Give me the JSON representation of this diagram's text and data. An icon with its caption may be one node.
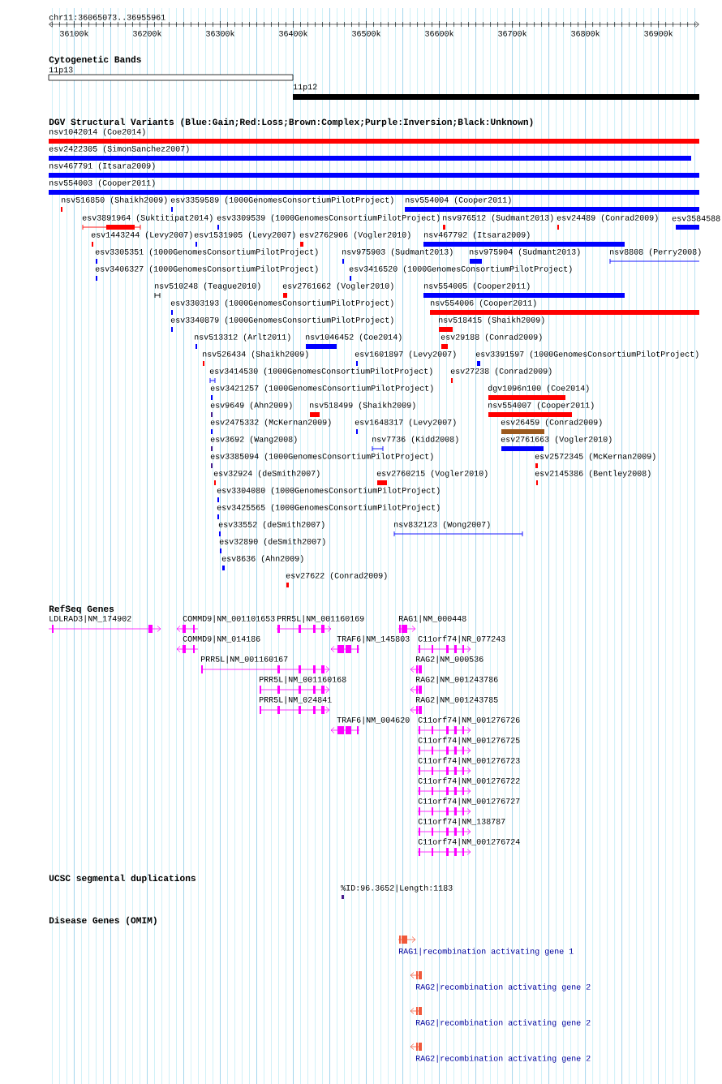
{
  "diagram": {
    "nodes": [
      {
        "text": [
          "11p13"
        ]
      },
      {
        "text": [
          "11p12"
        ]
      },
      {
        "text": [
          "nsv1042014 (Coe2014)"
        ]
      },
      {
        "text": [
          "esv2422305 (SimonSanchez2007)"
        ]
      },
      {
        "text": [
          "nsv467791 (Itsara2009)"
        ]
      },
      {
        "text": [
          "nsv554003 (Cooper2011)"
        ]
      },
      {
        "text": [
          "nsv516850 (Shaikh2009)"
        ]
      },
      {
        "text": [
          "esv3359589 (1000GenomesConsortiumPilotProject)"
        ]
      },
      {
        "text": [
          "nsv554004 (Cooper2011)"
        ]
      },
      {
        "text": [
          "esv3891964 (Suktitipat2014)"
        ]
      },
      {
        "text": [
          "esv3309539 (1000GenomesConsortiumPilotProject)"
        ]
      },
      {
        "text": [
          "nsv976512 (Sudmant2013)"
        ]
      },
      {
        "text": [
          "esv24489 (Conrad2009)"
        ]
      },
      {
        "text": [
          "esv3584588"
        ]
      },
      {
        "text": [
          "esv1443244 (Levy2007)"
        ]
      },
      {
        "text": [
          "esv1531905 (Levy2007)"
        ]
      },
      {
        "text": [
          "esv2762906 (Vogler2010)"
        ]
      },
      {
        "text": [
          "nsv467792 (Itsara2009)"
        ]
      },
      {
        "text": [
          "esv3305351 (1000GenomesConsortiumPilotProject)"
        ]
      },
      {
        "text": [
          "nsv975903 (Sudmant2013)"
        ]
      },
      {
        "text": [
          "nsv975904 (Sudmant2013)"
        ]
      },
      {
        "text": [
          "nsv8808 (Perry2008)"
        ]
      },
      {
        "text": [
          "esv3406327 (1000GenomesConsortiumPilotProject)"
        ]
      },
      {
        "text": [
          "esv3416520 (1000GenomesConsortiumPilotProject)"
        ]
      },
      {
        "text": [
          "nsv510248 (Teague2010)"
        ]
      },
      {
        "text": [
          "esv2761662 (Vogler2010)"
        ]
      },
      {
        "text": [
          "nsv554005 (Cooper2011)"
        ]
      },
      {
        "text": [
          "esv3303193 (1000GenomesConsortiumPilotProject)"
        ]
      },
      {
        "text": [
          "nsv554006 (Cooper2011)"
        ]
      },
      {
        "text": [
          "esv3340879 (1000GenomesConsortiumPilotProject)"
        ]
      },
      {
        "text": [
          "nsv518415 (Shaikh2009)"
        ]
      },
      {
        "text": [
          "nsv513312 (Arlt2011)"
        ]
      },
      {
        "text": [
          "nsv1046452 (Coe2014)"
        ]
      },
      {
        "text": [
          "esv29188 (Conrad2009)"
        ]
      },
      {
        "text": [
          "nsv526434 (Shaikh2009)"
        ]
      },
      {
        "text": [
          "esv1601897 (Levy2007)"
        ]
      },
      {
        "text": [
          "esv3391597 (1000GenomesConsortiumPilotProject)"
        ]
      },
      {
        "text": [
          "esv3414530 (1000GenomesConsortiumPilotProject)"
        ]
      },
      {
        "text": [
          "esv27238 (Conrad2009)"
        ]
      },
      {
        "text": [
          "esv3421257 (1000GenomesConsortiumPilotProject)"
        ]
      },
      {
        "text": [
          "dgv1096n100 (Coe2014)"
        ]
      },
      {
        "text": [
          "esv9649 (Ahn2009)"
        ]
      },
      {
        "text": [
          "nsv518499 (Shaikh2009)"
        ]
      },
      {
        "text": [
          "nsv554007 (Cooper2011)"
        ]
      },
      {
        "text": [
          "esv2475332 (McKernan2009)"
        ]
      },
      {
        "text": [
          "esv1648317 (Levy2007)"
        ]
      },
      {
        "text": [
          "esv26459 (Conrad2009)"
        ]
      },
      {
        "text": [
          "esv3692 (Wang2008)"
        ]
      },
      {
        "text": [
          "nsv7736 (Kidd2008)"
        ]
      },
      {
        "text": [
          "esv2761663 (Vogler2010)"
        ]
      },
      {
        "text": [
          "esv3385094 (1000GenomesConsortiumPilotProject)"
        ]
      },
      {
        "text": [
          "esv2572345 (McKernan2009)"
        ]
      },
      {
        "text": [
          "esv32924 (deSmith2007)"
        ]
      },
      {
        "text": [
          "esv2760215 (Vogler2010)"
        ]
      },
      {
        "text": [
          "esv2145386 (Bentley2008)"
        ]
      },
      {
        "text": [
          "esv3304080 (1000GenomesConsortiumPilotProject)"
        ]
      },
      {
        "text": [
          "esv3425565 (1000GenomesConsortiumPilotProject)"
        ]
      },
      {
        "text": [
          "esv33552 (deSmith2007)"
        ]
      },
      {
        "text": [
          "nsv832123 (Wong2007)"
        ]
      },
      {
        "text": [
          "esv32890 (deSmith2007)"
        ]
      },
      {
        "text": [
          "esv8636 (Ahn2009)"
        ]
      },
      {
        "text": [
          "esv27622 (Conrad2009)"
        ]
      },
      {
        "text": [
          "LDLRAD3|NM_174902"
        ]
      },
      {
        "text": [
          "COMMD9|NM_001101653"
        ]
      },
      {
        "text": [
          "PRR5L|NM_001160169"
        ]
      },
      {
        "text": [
          "RAG1|NM_000448"
        ]
      },
      {
        "text": [
          "COMMD9|NM_014186"
        ]
      },
      {
        "text": [
          "TRAF6|NM_145803"
        ]
      },
      {
        "text": [
          "C11orf74|NR_077243"
        ]
      },
      {
        "text": [
          "PRR5L|NM_001160167"
        ]
      },
      {
        "text": [
          "RAG2|NM_000536"
        ]
      },
      {
        "text": [
          "PRR5L|NM_001160168"
        ]
      },
      {
        "text": [
          "RAG2|NM_001243786"
        ]
      },
      {
        "text": [
          "PRR5L|NM_024841"
        ]
      },
      {
        "text": [
          "RAG2|NM_001243785"
        ]
      },
      {
        "text": [
          "TRAF6|NM_004620"
        ]
      },
      {
        "text": [
          "C11orf74|NM_001276726"
        ]
      },
      {
        "text": [
          "C11orf74|NM_001276725"
        ]
      },
      {
        "text": [
          "C11orf74|NM_001276723"
        ]
      },
      {
        "text": [
          "C11orf74|NM_001276722"
        ]
      },
      {
        "text": [
          "C11orf74|NM_001276727"
        ]
      },
      {
        "text": [
          "C11orf74|NM_138787"
        ]
      },
      {
        "text": [
          "C11orf74|NM_001276724"
        ]
      },
      {
        "text": [
          "%ID:96.3652|Length:1183"
        ]
      },
      {
        "text": [
          "RAG1|recombination activating gene 1"
        ]
      },
      {
        "text": [
          "RAG2|recombination activating gene 2"
        ]
      },
      {
        "text": [
          "RAG2|recombination activating gene 2"
        ]
      },
      {
        "text": [
          "RAG2|recombination activating gene 2"
        ]
      }
    ],
    "labels": [
      "chr11:36065073..36955961",
      "36100k",
      "36200k",
      "36300k",
      "36400k",
      "36500k",
      "36600k",
      "36700k",
      "36800k",
      "36900k",
      "Cytogenetic Bands",
      "DGV Structural Variants (Blue:Gain;Red:Loss;Brown:Complex;Purple:Inversion;Black:Unknown)",
      "RefSeq Genes",
      "UCSC segmental duplications",
      "Disease Genes (OMIM)"
    ]
  }
}
